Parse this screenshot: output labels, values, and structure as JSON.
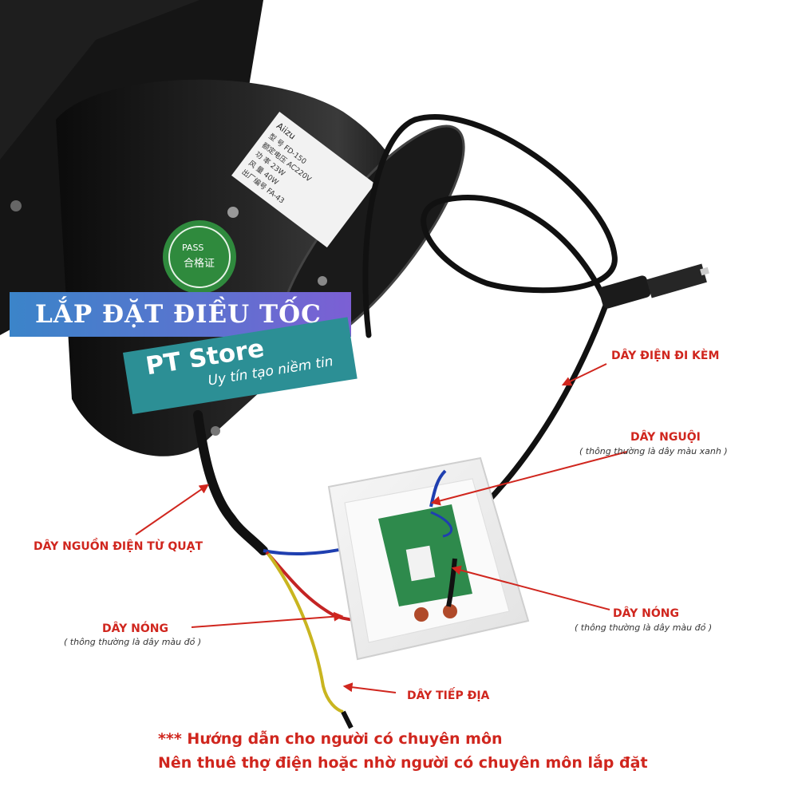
{
  "title": "LẮP ĐẶT ĐIỀU TỐC",
  "brand": {
    "name": "PT Store",
    "slogan": "Uy tín tạo niềm tin"
  },
  "labels": {
    "power_cord": "DÂY ĐIỆN ĐI KÈM",
    "neutral": "DÂY NGUỘI",
    "neutral_note": "( thông thường là dây màu xanh )",
    "fan_source": "DÂY NGUỒN ĐIỆN TỪ QUẠT",
    "hot_left": "DÂY NÓNG",
    "hot_left_note": "( thông thường là dây màu đỏ )",
    "hot_right": "DÂY NÓNG",
    "hot_right_note": "( thông thường là dây màu đỏ )",
    "ground": "DÂY TIẾP ĐỊA"
  },
  "notes": {
    "line1": "*** Hướng dẫn cho người có chuyên môn",
    "line2": "Nên thuê thợ điện hoặc nhờ người có chuyên môn lắp đặt"
  },
  "fan_label": {
    "brand_mark": "Aiizu",
    "pass_text": "PASS",
    "cert_text": "合格证",
    "lines": [
      "型 号 FD-150",
      "额定电压 AC220V",
      "功 率 23W",
      "风 量 40W",
      "出厂编号 FA-43"
    ]
  },
  "colors": {
    "label_red": "#d0261e",
    "banner_start": "#3b84c9",
    "banner_end": "#7c5fd4",
    "brand_teal": "#2c8f95",
    "wire_blue": "#1f3fb0",
    "wire_red": "#c42424",
    "wire_yellow": "#c9b520",
    "pcb_green": "#2e8a4c"
  },
  "icons": [
    "fan-motor",
    "speed-controller-box",
    "power-plug",
    "arrow"
  ]
}
